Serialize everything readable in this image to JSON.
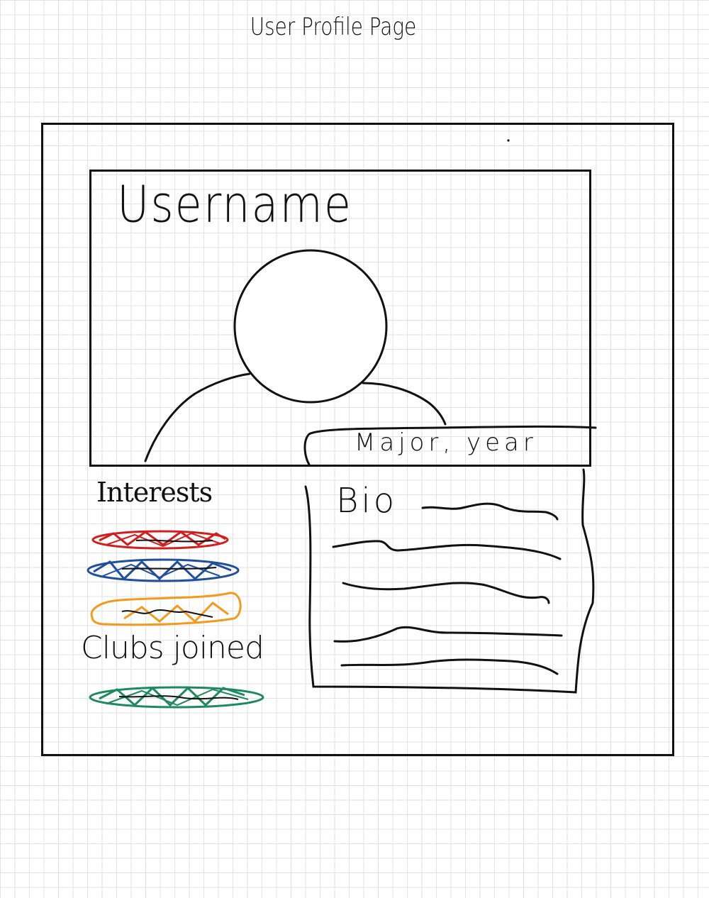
{
  "page_title": "User Profile Page",
  "profile": {
    "username": "Username",
    "major_year": "Major, year"
  },
  "interests": {
    "label": "Interests",
    "tags": [
      {
        "color": "#d11f1f",
        "icon": "interest-tag-icon"
      },
      {
        "color": "#1f4f9e",
        "icon": "interest-tag-icon"
      },
      {
        "color": "#f39a1c",
        "icon": "interest-tag-icon"
      }
    ]
  },
  "clubs": {
    "label": "Clubs joined",
    "tags": [
      {
        "color": "#1d8a5e",
        "icon": "club-tag-icon"
      }
    ]
  },
  "bio": {
    "label": "Bio"
  }
}
